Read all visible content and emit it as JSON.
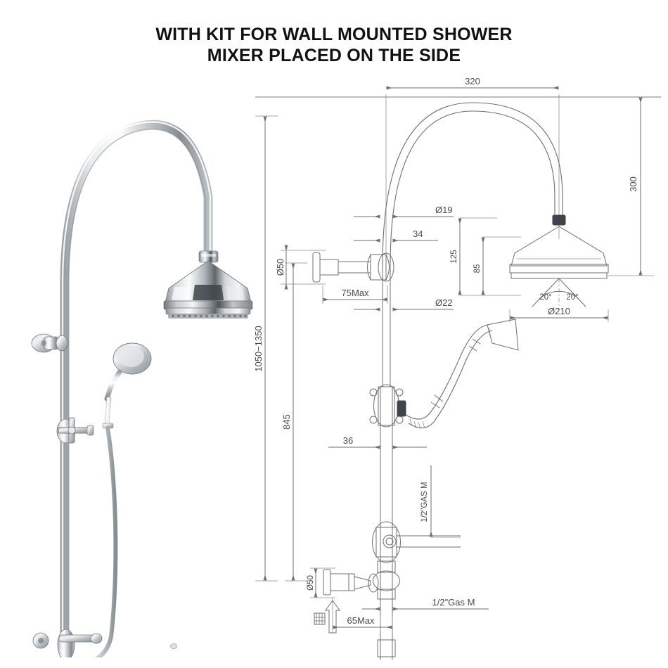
{
  "title": {
    "line1": "WITH KIT FOR WALL MOUNTED SHOWER",
    "line2": "MIXER PLACED ON THE SIDE"
  },
  "photo": {
    "alt_name": "chrome-shower-column-photograph",
    "components": [
      "gooseneck-shower-arm",
      "rain-shower-head",
      "wall-bracket",
      "handheld-shower",
      "cross-handle-diverter",
      "flexible-hose",
      "wall-mixer-body",
      "ceramic-handle"
    ]
  },
  "drawing": {
    "name": "technical-dimension-drawing",
    "dimensions": {
      "arm_reach": "320",
      "head_drop": "300",
      "riser_pipe_dia": "Ø19",
      "arm_offset": "34",
      "bracket_flange_dia": "Ø50",
      "bracket_projection": "75Max",
      "lower_pipe_dia": "Ø22",
      "head_height_upper": "125",
      "head_height_lower": "85",
      "spray_angle_left": "20°",
      "spray_angle_right": "20°",
      "shower_head_dia": "Ø210",
      "total_height_range": "1050−1350",
      "mixer_height": "845",
      "mixer_offset": "36",
      "inlet_thread_upper": "1/2\"GAS  M",
      "inlet_thread_lower": "1/2\"Gas  M",
      "mixer_flange_dia": "Ø50",
      "mixer_projection": "65Max"
    },
    "symbols": {
      "floor_reference": "wall-reference-arrow-symbol"
    }
  },
  "colors": {
    "line": "#6f6f6f",
    "line_light": "#8e8e8e",
    "text": "#4a4a4a",
    "title": "#111111",
    "chrome_light": "#f2f3f4",
    "chrome_mid": "#c4c8cb",
    "chrome_dark": "#7e858a",
    "chrome_shadow": "#4a5055",
    "white_handle": "#f6f6f4"
  }
}
